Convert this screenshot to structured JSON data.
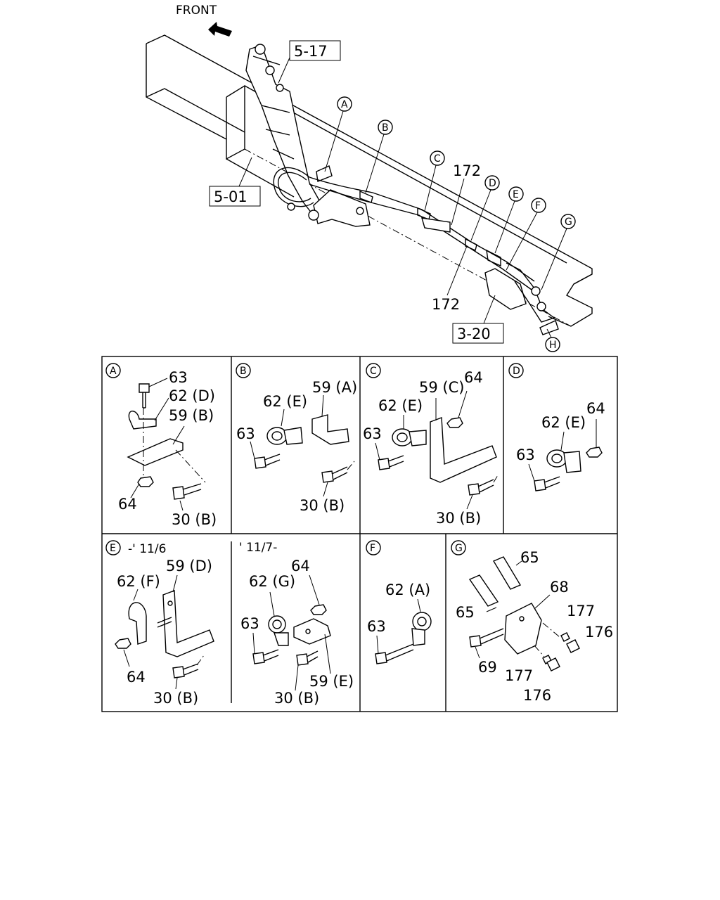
{
  "front_label": "FRONT",
  "refs": {
    "r517": "5-17",
    "r501": "5-01",
    "r320": "3-20"
  },
  "callouts": [
    "A",
    "B",
    "C",
    "D",
    "E",
    "F",
    "G",
    "H"
  ],
  "main_parts": {
    "p172_top": "172",
    "p172_bottom": "172"
  },
  "details": {
    "A": {
      "letter": "A",
      "labels": [
        "63",
        "62 (D)",
        "59 (B)",
        "64",
        "30 (B)"
      ]
    },
    "B": {
      "letter": "B",
      "labels": [
        "62 (E)",
        "59 (A)",
        "63",
        "30 (B)"
      ]
    },
    "C": {
      "letter": "C",
      "labels": [
        "59 (C)",
        "64",
        "62 (E)",
        "63",
        "30 (B)"
      ]
    },
    "D": {
      "letter": "D",
      "labels": [
        "64",
        "62 (E)",
        "63"
      ]
    },
    "E": {
      "letter": "E",
      "range_left": "-' 11/6",
      "range_right": "' 11/7-",
      "labels_left": [
        "59 (D)",
        "62 (F)",
        "64",
        "30 (B)"
      ],
      "labels_right": [
        "64",
        "62 (G)",
        "63",
        "30 (B)",
        "59 (E)"
      ]
    },
    "F": {
      "letter": "F",
      "labels": [
        "62 (A)",
        "63"
      ]
    },
    "G": {
      "letter": "G",
      "labels": [
        "65",
        "68",
        "65",
        "177",
        "176",
        "69",
        "177",
        "176"
      ]
    }
  }
}
